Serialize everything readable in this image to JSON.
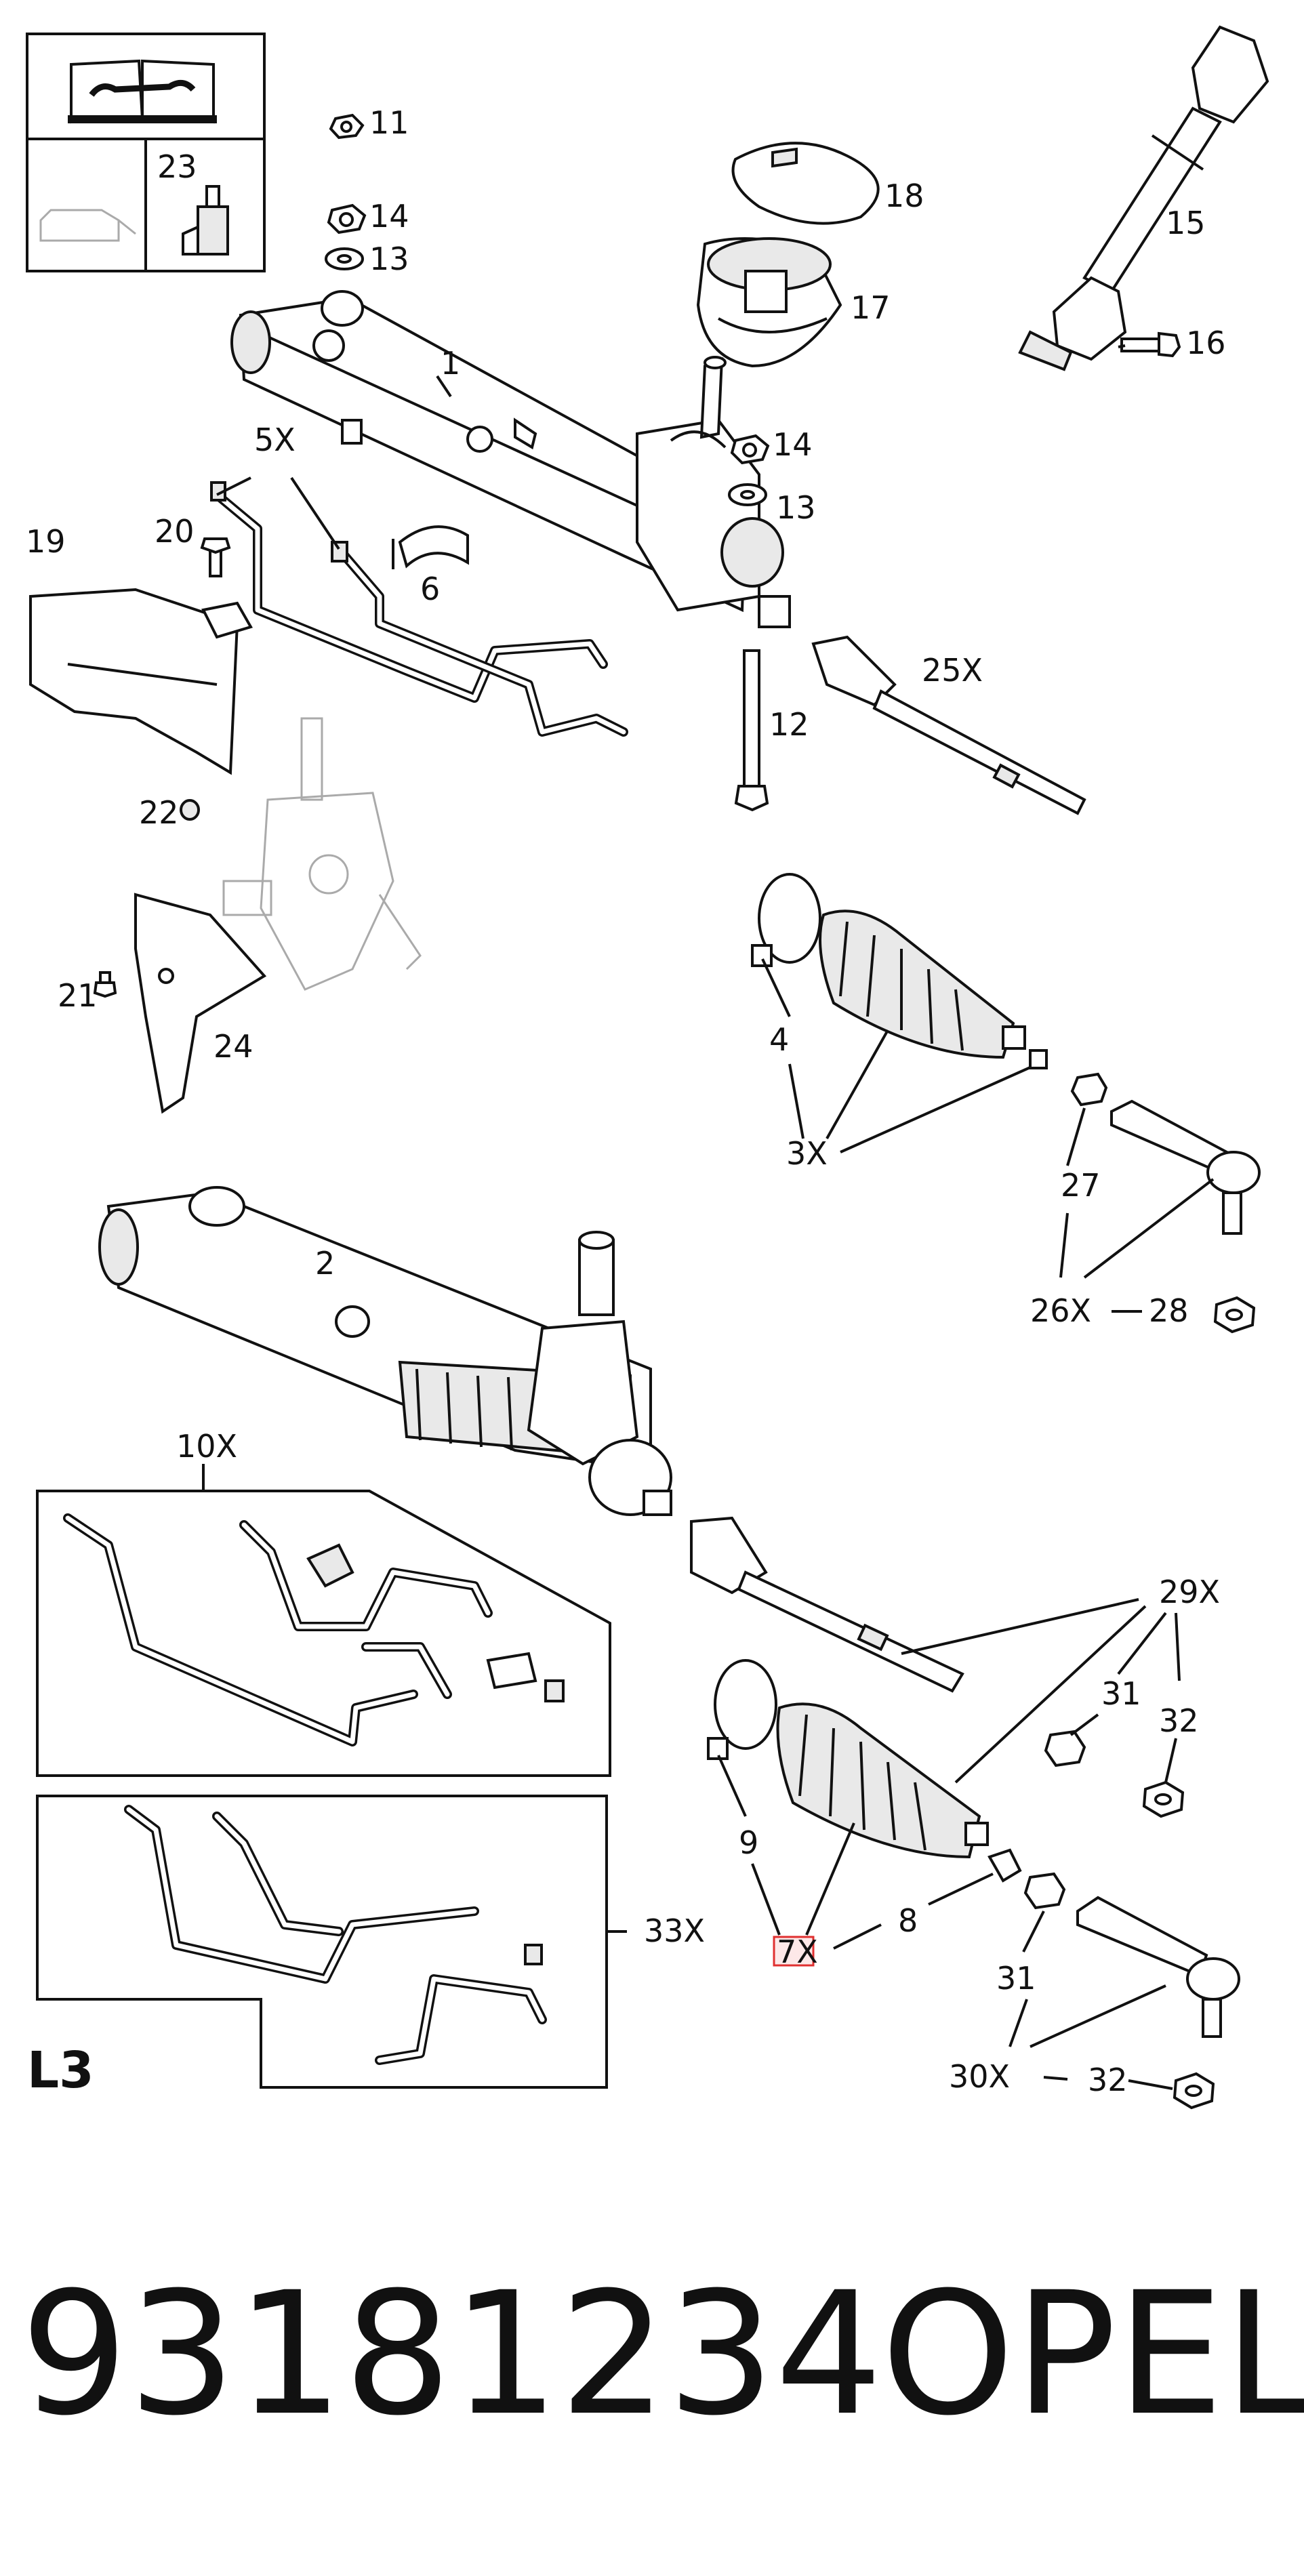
{
  "labels": {
    "p1": "1",
    "p2": "2",
    "p3x": "3X",
    "p4": "4",
    "p5x": "5X",
    "p6": "6",
    "p7x": "7X",
    "p8": "8",
    "p9": "9",
    "p10x": "10X",
    "p11": "11",
    "p12": "12",
    "p13a": "13",
    "p13b": "13",
    "p14a": "14",
    "p14b": "14",
    "p15": "15",
    "p16": "16",
    "p17": "17",
    "p18": "18",
    "p19": "19",
    "p20": "20",
    "p21": "21",
    "p22": "22",
    "p23": "23",
    "p24": "24",
    "p25x": "25X",
    "p26x": "26X",
    "p27": "27",
    "p28": "28",
    "p29x": "29X",
    "p30x": "30X",
    "p31a": "31",
    "p31b": "31",
    "p32a": "32",
    "p32b": "32",
    "p33x": "33X"
  },
  "section": "L3",
  "part_number": "93181234",
  "brand": "OPEL",
  "highlight_color": "#e03030"
}
